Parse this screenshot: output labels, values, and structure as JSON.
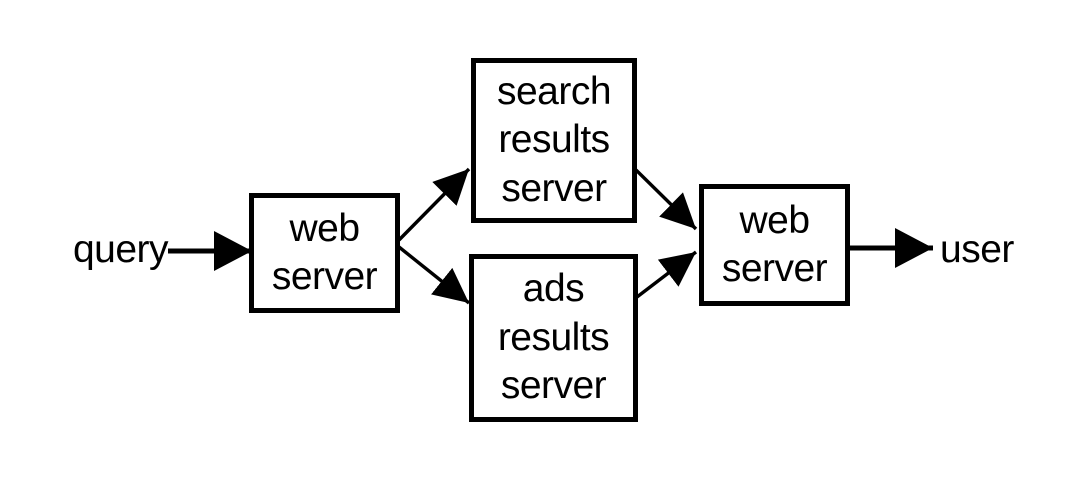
{
  "diagram": {
    "description": "Query flow diagram: a query passes through a web server, fans out to search results and ads results servers, merges at a web server, and returns to the user",
    "colors": {
      "background": "#ffffff",
      "stroke": "#000000",
      "text": "#000000"
    },
    "input_label": "query",
    "output_label": "user",
    "nodes": [
      {
        "id": "front-web-server",
        "label": "web server"
      },
      {
        "id": "search-results-server",
        "label": "search results server"
      },
      {
        "id": "ads-results-server",
        "label": "ads results server"
      },
      {
        "id": "back-web-server",
        "label": "web server"
      }
    ],
    "edges": [
      {
        "from": "query",
        "to": "front-web-server"
      },
      {
        "from": "front-web-server",
        "to": "search-results-server"
      },
      {
        "from": "front-web-server",
        "to": "ads-results-server"
      },
      {
        "from": "search-results-server",
        "to": "back-web-server"
      },
      {
        "from": "ads-results-server",
        "to": "back-web-server"
      },
      {
        "from": "back-web-server",
        "to": "user"
      }
    ]
  }
}
